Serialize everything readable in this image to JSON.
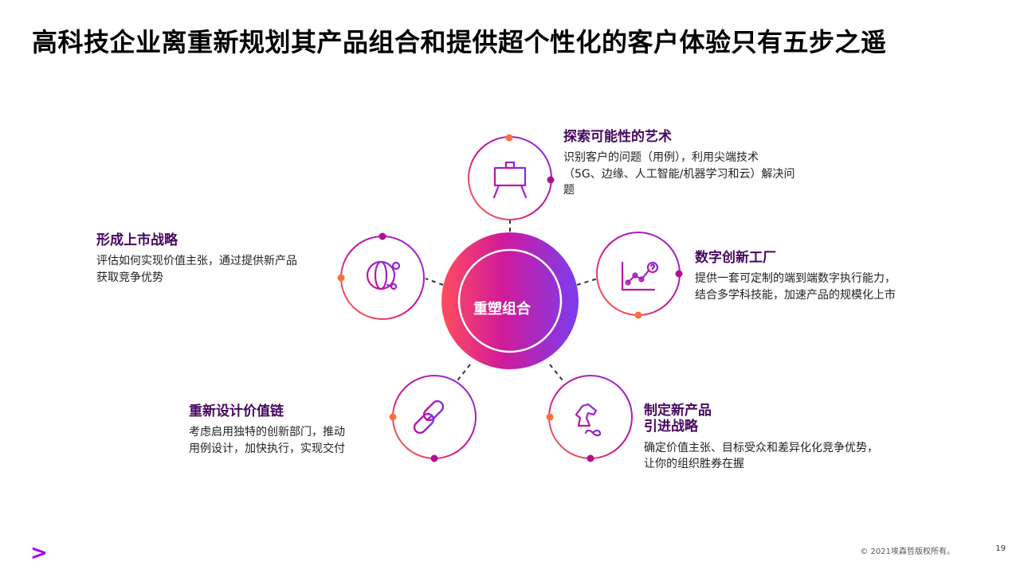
{
  "slide": {
    "title": "高科技企业离重新规划其产品组合和提供超个性化的客户体验只有五步之遥",
    "center_label": "重塑组合",
    "items": [
      {
        "key": "art",
        "icon": "easel-icon",
        "heading": "探索可能性的艺术",
        "body": "识别客户的问题（用例），利用尖端技术\n（5G、边缘、人工智能/机器学习和云）解决问\n题"
      },
      {
        "key": "factory",
        "icon": "analytics-chart-icon",
        "heading": "数字创新工厂",
        "body": "提供一套可定制的端到端数字执行能力，\n结合多学科技能，加速产品的规模化上市"
      },
      {
        "key": "strategy",
        "icon": "chess-knight-icon",
        "heading": "制定新产品\n引进战略",
        "body": "确定价值主张、目标受众和差异化化竞争优势，\n让你的组织胜券在握"
      },
      {
        "key": "value-chain",
        "icon": "chain-link-icon",
        "heading": "重新设计价值链",
        "body": "考虑启用独特的创新部门，推动\n用例设计，加快执行，实现交付"
      },
      {
        "key": "market",
        "icon": "globe-network-icon",
        "heading": "形成上市战略",
        "body": "评估如何实现价值主张，通过提供新产品\n获取竞争优势"
      }
    ],
    "colors": {
      "accent": "#a100ff",
      "orange": "#ff6f3c",
      "magenta": "#b0108f",
      "heading": "#46085f"
    }
  },
  "footer": {
    "logo": ">",
    "copyright": "© 2021埃森哲版权所有。",
    "page_number": "19"
  }
}
